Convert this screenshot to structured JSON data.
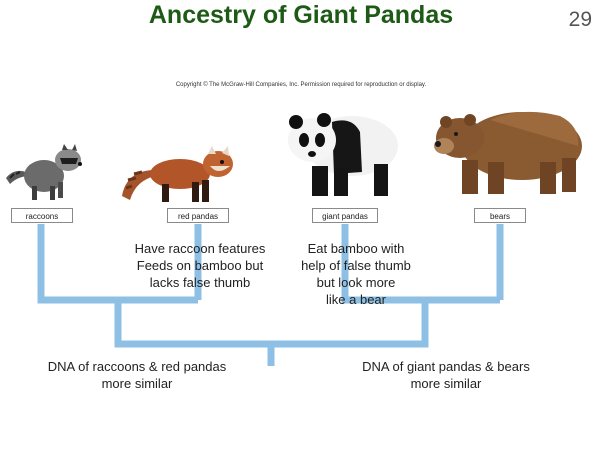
{
  "header": {
    "title": "Ancestry of Giant Pandas",
    "slide_number": "29"
  },
  "copyright": "Copyright © The McGraw-Hill Companies, Inc. Permission required for reproduction or display.",
  "taxa": [
    {
      "label": "raccoons"
    },
    {
      "label": "red pandas"
    },
    {
      "label": "giant pandas"
    },
    {
      "label": "bears"
    }
  ],
  "notes": {
    "red_panda": [
      "Have raccoon features",
      "Feeds on bamboo but",
      "lacks false thumb"
    ],
    "giant_panda": [
      "Eat bamboo with",
      "help of false thumb",
      "but look more",
      "like a bear"
    ],
    "left_clade": [
      "DNA of raccoons & red pandas",
      "more similar"
    ],
    "right_clade": [
      "DNA of giant pandas & bears",
      "more similar"
    ]
  },
  "colors": {
    "title": "#1d5a16",
    "tree": "#8ec0e6"
  }
}
